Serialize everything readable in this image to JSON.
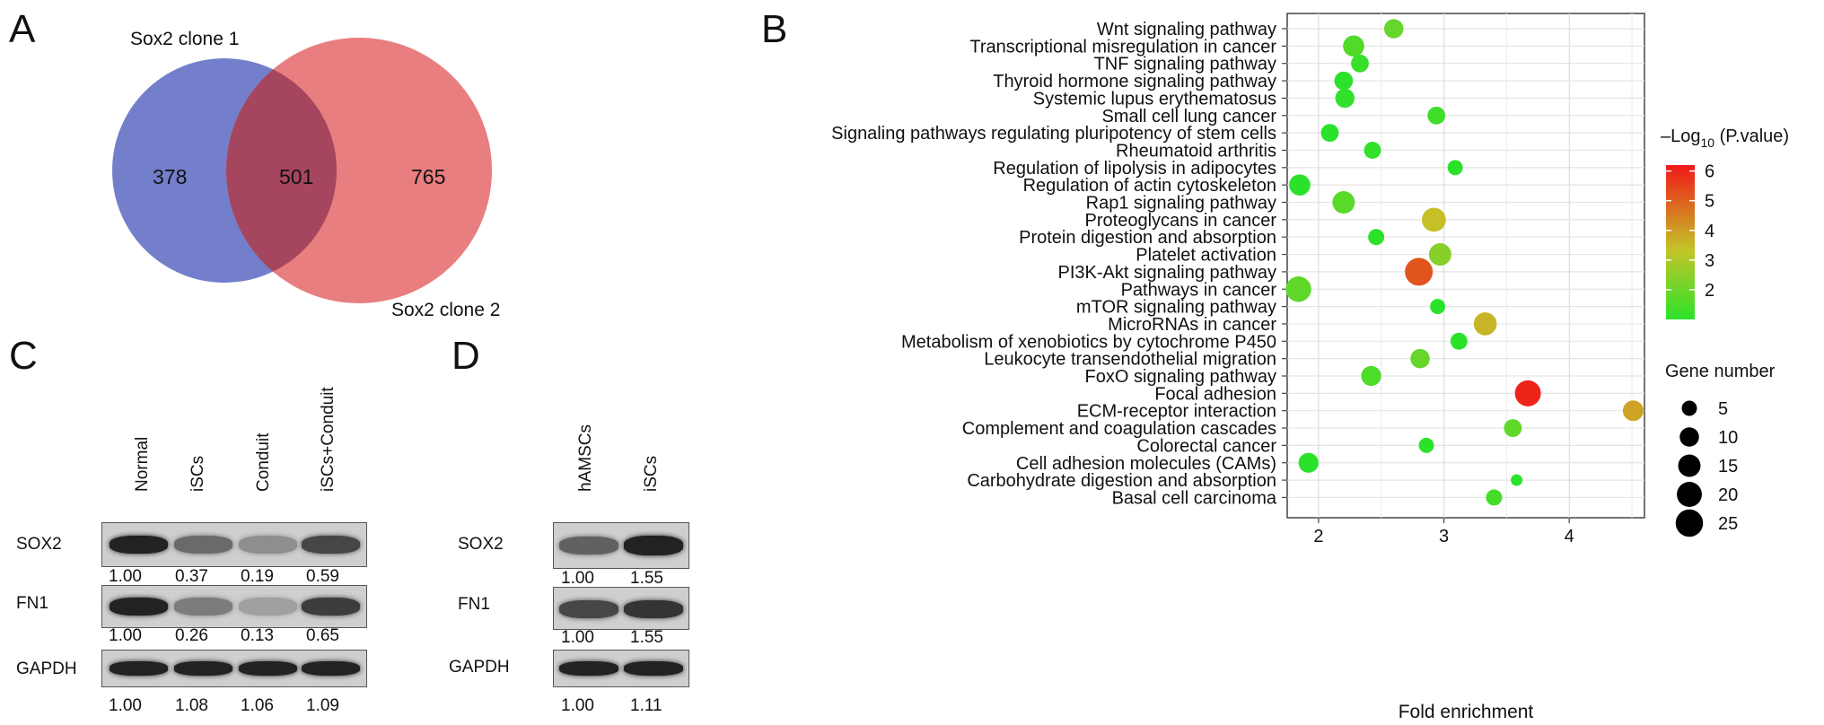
{
  "panels": {
    "a": "A",
    "b": "B",
    "c": "C",
    "d": "D"
  },
  "venn": {
    "set1_label": "Sox2 clone 1",
    "set2_label": "Sox2 clone 2",
    "only1": "378",
    "both": "501",
    "only2": "765",
    "colors": {
      "set1": "#6b78c8",
      "set2": "#e77778",
      "overlap": "#a5465e"
    }
  },
  "blot_c": {
    "columns": [
      "Normal",
      "iSCs",
      "Conduit",
      "iSCs+Conduit"
    ],
    "rows": [
      {
        "label": "SOX2",
        "values": [
          "1.00",
          "0.37",
          "0.19",
          "0.59"
        ],
        "intensity": [
          0.95,
          0.55,
          0.35,
          0.75
        ]
      },
      {
        "label": "FN1",
        "values": [
          "1.00",
          "0.26",
          "0.13",
          "0.65"
        ],
        "intensity": [
          0.95,
          0.45,
          0.25,
          0.8
        ]
      },
      {
        "label": "GAPDH",
        "values": [
          "1.00",
          "1.08",
          "1.06",
          "1.09"
        ],
        "intensity": [
          0.95,
          0.95,
          0.95,
          0.95
        ]
      }
    ]
  },
  "blot_d": {
    "columns": [
      "hAMSCs",
      "iSCs"
    ],
    "rows": [
      {
        "label": "SOX2",
        "values": [
          "1.00",
          "1.55"
        ],
        "intensity": [
          0.6,
          0.95
        ]
      },
      {
        "label": "FN1",
        "values": [
          "1.00",
          "1.55"
        ],
        "intensity": [
          0.75,
          0.85
        ]
      },
      {
        "label": "GAPDH",
        "values": [
          "1.00",
          "1.11"
        ],
        "intensity": [
          0.95,
          0.95
        ]
      }
    ]
  },
  "chart_data": {
    "type": "scatter",
    "xlabel": "Fold enrichment",
    "xlim": [
      1.75,
      4.6
    ],
    "xticks": [
      2,
      3,
      4
    ],
    "grid": true,
    "categories": [
      "Wnt signaling pathway",
      "Transcriptional misregulation in cancer",
      "TNF signaling pathway",
      "Thyroid hormone signaling pathway",
      "Systemic lupus erythematosus",
      "Small cell lung cancer",
      "Signaling pathways regulating pluripotency of stem cells",
      "Rheumatoid arthritis",
      "Regulation of lipolysis in adipocytes",
      "Regulation of actin cytoskeleton",
      "Rap1 signaling pathway",
      "Proteoglycans in cancer",
      "Protein digestion and absorption",
      "Platelet activation",
      "PI3K-Akt signaling pathway",
      "Pathways in cancer",
      "mTOR signaling pathway",
      "MicroRNAs in cancer",
      "Metabolism of xenobiotics by cytochrome P450",
      "Leukocyte transendothelial migration",
      "FoxO signaling pathway",
      "Focal adhesion",
      "ECM-receptor interaction",
      "Complement and coagulation cascades",
      "Colorectal cancer",
      "Cell adhesion molecules (CAMs)",
      "Carbohydrate digestion and absorption",
      "Basal cell carcinoma"
    ],
    "fold_enrichment": [
      2.6,
      2.28,
      2.33,
      2.2,
      2.21,
      2.94,
      2.09,
      2.43,
      3.09,
      1.85,
      2.2,
      2.92,
      2.46,
      2.97,
      2.8,
      1.84,
      2.95,
      3.33,
      3.12,
      2.81,
      2.42,
      3.67,
      4.51,
      3.55,
      2.86,
      1.92,
      3.58,
      3.4
    ],
    "gene_number": [
      10,
      13,
      8,
      9,
      10,
      8,
      8,
      7,
      5,
      13,
      15,
      18,
      6,
      15,
      26,
      21,
      5,
      16,
      7,
      10,
      11,
      22,
      12,
      8,
      5,
      11,
      2,
      6
    ],
    "neg_log10_pvalue": [
      1.9,
      1.6,
      1.2,
      1.0,
      1.1,
      1.3,
      1.0,
      1.1,
      1.0,
      1.0,
      1.7,
      3.4,
      1.0,
      2.4,
      5.2,
      1.8,
      1.0,
      3.6,
      1.0,
      1.9,
      1.5,
      6.0,
      3.9,
      1.8,
      1.0,
      1.0,
      1.0,
      1.4
    ],
    "color_legend": {
      "title_prefix": "–Log",
      "title_sub": "10",
      "title_suffix": " (P.value)",
      "ticks": [
        "6",
        "5",
        "4",
        "3",
        "2"
      ],
      "tick_values": [
        6,
        5,
        4,
        3,
        2
      ],
      "range": [
        1.0,
        6.2
      ],
      "colors": {
        "low": "#2be22b",
        "mid": "#c4c428",
        "high": "#f11818"
      }
    },
    "size_legend": {
      "title": "Gene number",
      "labels": [
        "5",
        "10",
        "15",
        "20",
        "25"
      ],
      "values": [
        5,
        10,
        15,
        20,
        25
      ]
    }
  }
}
